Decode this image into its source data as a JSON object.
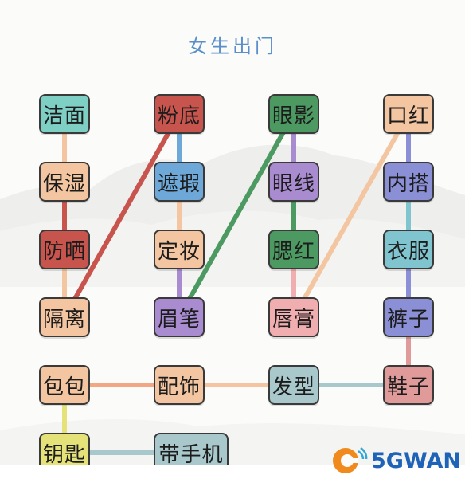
{
  "title": "女生出门",
  "title_color": "#5a8fc9",
  "logo": {
    "text": "5GWAN",
    "icon": "5gwan-logo-icon"
  },
  "tiles": [
    {
      "id": "t1",
      "label": "洁面",
      "color": "#7ecfc4"
    },
    {
      "id": "t2",
      "label": "保湿",
      "color": "#f3c6a1"
    },
    {
      "id": "t3",
      "label": "防晒",
      "color": "#c8544e"
    },
    {
      "id": "t4",
      "label": "隔离",
      "color": "#f3c6a1"
    },
    {
      "id": "t5",
      "label": "粉底",
      "color": "#c8544e"
    },
    {
      "id": "t6",
      "label": "遮瑕",
      "color": "#6da8d8"
    },
    {
      "id": "t7",
      "label": "定妆",
      "color": "#f3c6a1"
    },
    {
      "id": "t8",
      "label": "眉笔",
      "color": "#a98bd0"
    },
    {
      "id": "t9",
      "label": "眼影",
      "color": "#4c9a62"
    },
    {
      "id": "t10",
      "label": "眼线",
      "color": "#a98bd0"
    },
    {
      "id": "t11",
      "label": "腮红",
      "color": "#4c9a62"
    },
    {
      "id": "t12",
      "label": "唇膏",
      "color": "#f0aeb0"
    },
    {
      "id": "t13",
      "label": "口红",
      "color": "#f3c6a1"
    },
    {
      "id": "t14",
      "label": "内搭",
      "color": "#8a8fd6"
    },
    {
      "id": "t15",
      "label": "衣服",
      "color": "#7fc4cf"
    },
    {
      "id": "t16",
      "label": "裤子",
      "color": "#8a8fd6"
    },
    {
      "id": "t17",
      "label": "包包",
      "color": "#f3c6a1"
    },
    {
      "id": "t18",
      "label": "配饰",
      "color": "#f3c6a1"
    },
    {
      "id": "t19",
      "label": "发型",
      "color": "#a9c8cc"
    },
    {
      "id": "t20",
      "label": "鞋子",
      "color": "#e09a9a"
    },
    {
      "id": "t21",
      "label": "钥匙",
      "color": "#e6e27a"
    },
    {
      "id": "t22",
      "label": "带手机",
      "color": "#a9c8cc"
    }
  ],
  "links": [
    {
      "from": "t1",
      "to": "t2",
      "color": "#f3c6a1"
    },
    {
      "from": "t2",
      "to": "t3",
      "color": "#c8544e"
    },
    {
      "from": "t3",
      "to": "t4",
      "color": "#f3c6a1"
    },
    {
      "from": "t4",
      "to": "t5",
      "color": "#c8544e"
    },
    {
      "from": "t5",
      "to": "t6",
      "color": "#6da8d8"
    },
    {
      "from": "t6",
      "to": "t7",
      "color": "#f3c6a1"
    },
    {
      "from": "t7",
      "to": "t8",
      "color": "#a98bd0"
    },
    {
      "from": "t8",
      "to": "t9",
      "color": "#4c9a62"
    },
    {
      "from": "t9",
      "to": "t10",
      "color": "#a98bd0"
    },
    {
      "from": "t10",
      "to": "t11",
      "color": "#4c9a62"
    },
    {
      "from": "t11",
      "to": "t12",
      "color": "#f0aeb0"
    },
    {
      "from": "t12",
      "to": "t13",
      "color": "#f3c6a1"
    },
    {
      "from": "t13",
      "to": "t14",
      "color": "#8a8fd6"
    },
    {
      "from": "t14",
      "to": "t15",
      "color": "#7fc4cf"
    },
    {
      "from": "t15",
      "to": "t16",
      "color": "#8a8fd6"
    },
    {
      "from": "t16",
      "to": "t20",
      "color": "#e09a9a"
    },
    {
      "from": "t20",
      "to": "t19",
      "color": "#a9c8cc"
    },
    {
      "from": "t19",
      "to": "t18",
      "color": "#f3c6a1"
    },
    {
      "from": "t18",
      "to": "t17",
      "color": "#f3a683"
    },
    {
      "from": "t17",
      "to": "t21",
      "color": "#e6e27a"
    },
    {
      "from": "t21",
      "to": "t22",
      "color": "#a9c8cc"
    }
  ]
}
